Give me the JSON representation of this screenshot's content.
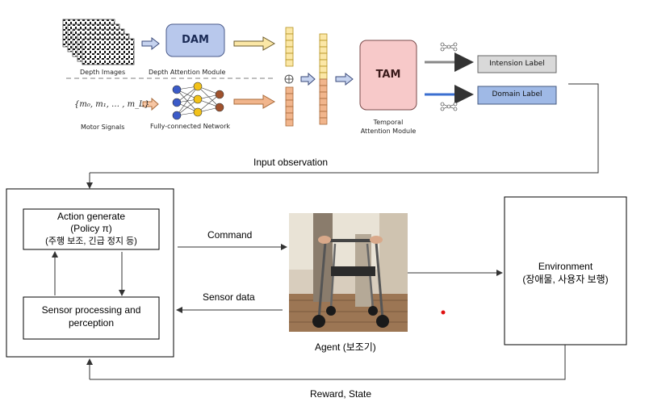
{
  "top": {
    "depth_images_label": "Depth Images",
    "dam_title": "DAM",
    "dam_caption": "Depth Attention Module",
    "motor_formula": "{m₀, m₁, … , m_L}",
    "motor_label": "Motor Signals",
    "fcn_caption": "Fully-connected Network",
    "tam_title": "TAM",
    "tam_caption_line1": "Temporal",
    "tam_caption_line2": "Attention Module",
    "intension_label": "Intension Label",
    "domain_label": "Domain Label",
    "concat_symbol": "⊕"
  },
  "bottom": {
    "input_observation": "Input observation",
    "action_line1": "Action generate",
    "action_line2": "(Policy π)",
    "action_line3": "(주행 보조, 긴급 정지 등)",
    "sensor_line1": "Sensor processing and",
    "sensor_line2": "perception",
    "command": "Command",
    "sensor_data": "Sensor data",
    "agent_label": "Agent (보조기)",
    "environment_line1": "Environment",
    "environment_line2": "(장애물, 사용자 보행)",
    "reward_state": "Reward, State"
  },
  "colors": {
    "dam_fill": "#b8c8ec",
    "tam_fill": "#f7c9c9",
    "yellow_cell": "#fbe7a6",
    "orange_cell": "#f1b58c",
    "intension_fill": "#d9d9d9",
    "domain_fill": "#9fb9e6",
    "node_blue": "#3b5bc8",
    "node_yellow": "#f2c21a",
    "node_brown": "#a0522d"
  }
}
